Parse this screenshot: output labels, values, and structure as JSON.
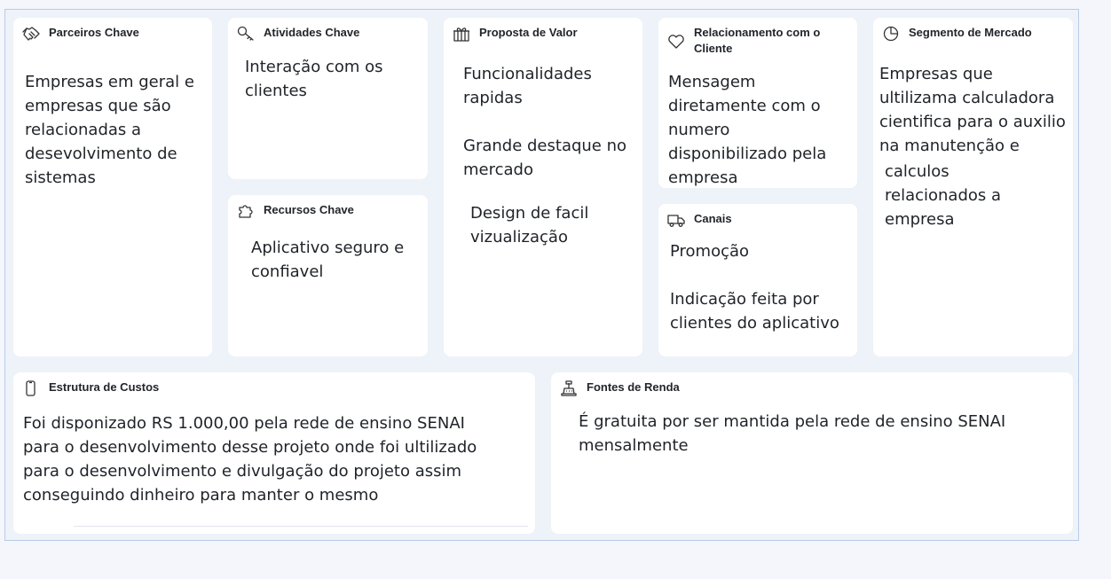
{
  "partners": {
    "title": "Parceiros Chave",
    "text": "Empresas em geral e\nempresas que são\nrelacionadas a\ndesevolvimento de\nsistemas"
  },
  "activities": {
    "title": "Atividades Chave",
    "text": "Interação com os\nclientes"
  },
  "resources": {
    "title": "Recursos Chave",
    "text": "Aplicativo seguro e\nconfiavel"
  },
  "value": {
    "title": "Proposta de Valor",
    "text1": "Funcionalidades\nrapidas",
    "text2": "Grande destaque no\nmercado",
    "text3": "Design de facil\nvizualização"
  },
  "relationship": {
    "title": "Relacionamento com o Cliente",
    "text": "Mensagem\ndiretamente com o\nnumero\ndisponibilizado pela\nempresa"
  },
  "channels": {
    "title": "Canais",
    "text1": "Promoção",
    "text2": "Indicação feita por\nclientes do aplicativo"
  },
  "segments": {
    "title": "Segmento de Mercado",
    "text1": "Empresas que\nultilizama calculadora\ncientifica para o auxilio\nna manutenção e",
    "text2": "calculos\nrelacionados a\nempresa"
  },
  "costs": {
    "title": "Estrutura de Custos",
    "text": "Foi disponizado RS 1.000,00 pela rede de ensino SENAI\npara o desenvolvimento desse projeto onde foi ultilizado\npara o desenvolvimento e divulgação do projeto assim\nconseguindo dinheiro para manter o mesmo"
  },
  "revenue": {
    "title": "Fontes de Renda",
    "text": "É gratuita por ser mantida pela rede de ensino SENAI\nmensalmente"
  }
}
